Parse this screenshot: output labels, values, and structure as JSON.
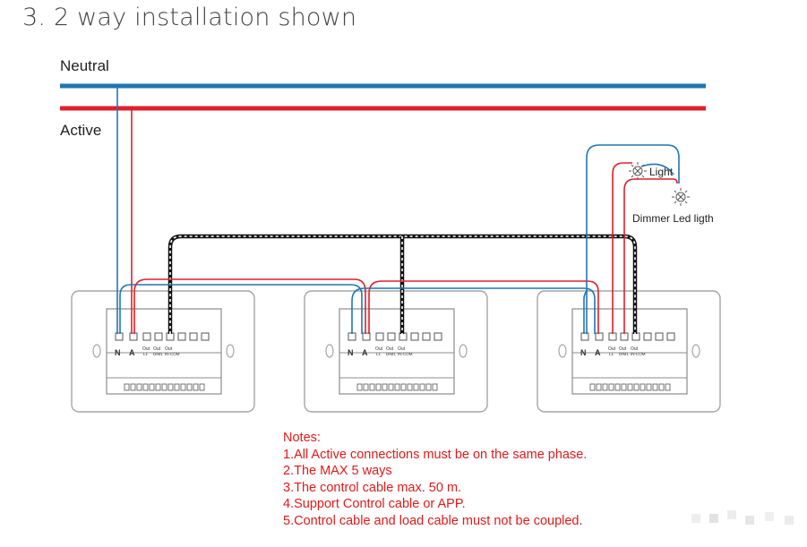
{
  "title": "3. 2 way installation shown",
  "labels": {
    "neutral": "Neutral",
    "active": "Active",
    "light": "Light",
    "dimmer_light": "Dimmer Led ligth"
  },
  "switch_terminals": {
    "n": "N",
    "a": "A",
    "out": "Out",
    "l1": "L1",
    "dim1": "DIM1",
    "incom": "IN-COM"
  },
  "notes": {
    "heading": "Notes:",
    "items": [
      "1.All Active connections must be on the same phase.",
      "2.The MAX 5 ways",
      "3.The control cable max. 50 m.",
      "4.Support Control cable or APP.",
      "5.Control cable and load cable must not be coupled."
    ]
  },
  "colors": {
    "neutral_wire": "#1f77b4",
    "active_wire": "#e0202a",
    "control_cable": "#111111",
    "notes_text": "#e01a1a",
    "switch_outline": "#9a9a9a"
  }
}
